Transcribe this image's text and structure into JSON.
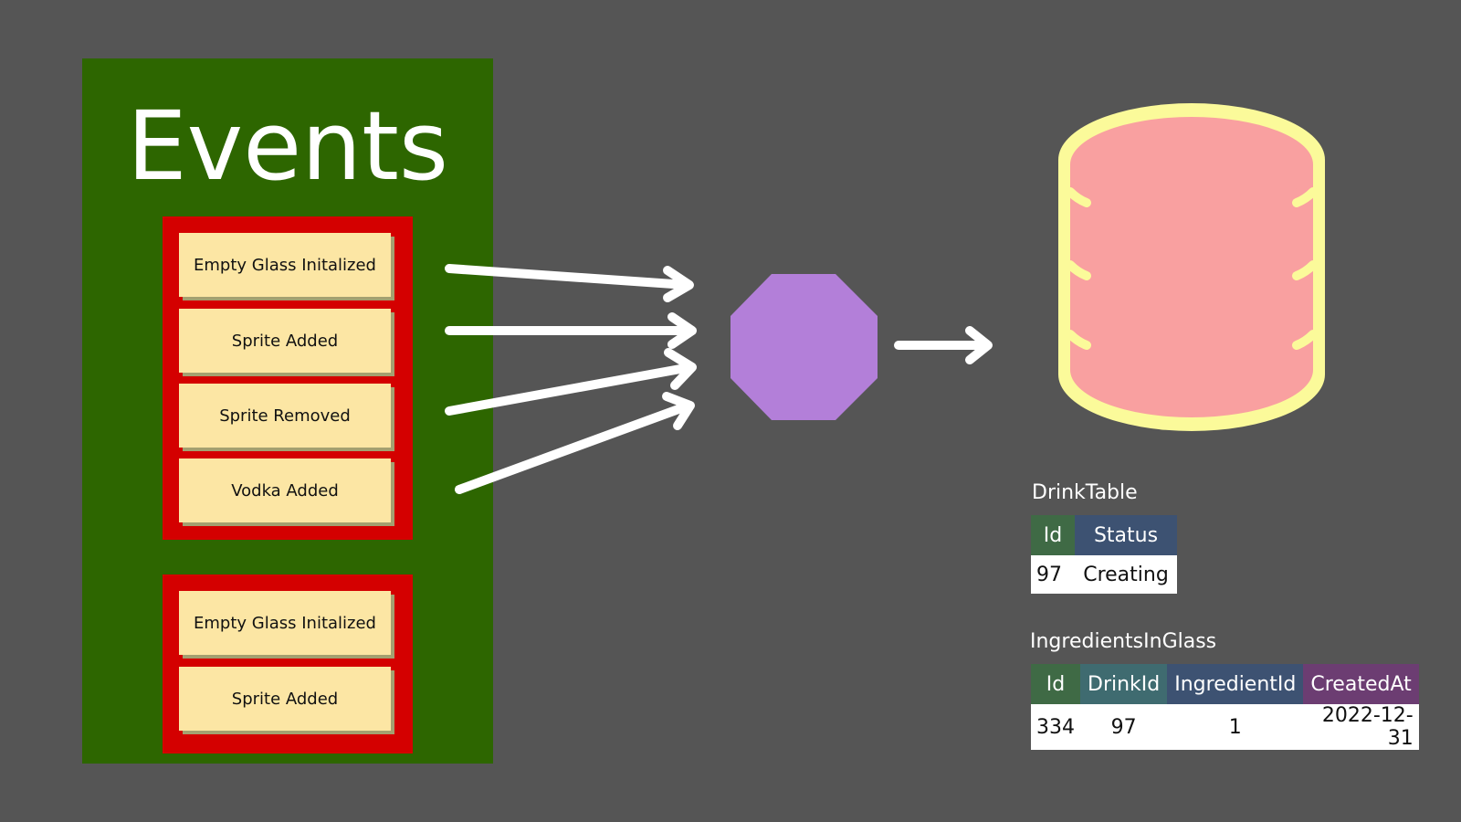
{
  "events": {
    "title": "Events",
    "groups": [
      {
        "items": [
          "Empty Glass Initalized",
          "Sprite Added",
          "Sprite Removed",
          "Vodka Added"
        ]
      },
      {
        "items": [
          "Empty Glass Initalized",
          "Sprite Added"
        ]
      }
    ]
  },
  "colors": {
    "background": "#555555",
    "events_panel": "#2d6600",
    "group_border": "#d40000",
    "card": "#fce6a4",
    "processor": "#b37fd9",
    "database_body": "#f9a0a0",
    "database_outline": "#fbfa9a",
    "header_green": "#3f6a45",
    "header_teal": "#3f6b70",
    "header_navy": "#3d5272",
    "header_purple": "#6c3d72"
  },
  "icons": {
    "processor": "octagon-icon",
    "store": "database-icon"
  },
  "tables": {
    "drink": {
      "title": "DrinkTable",
      "columns": [
        "Id",
        "Status"
      ],
      "row": [
        "97",
        "Creating"
      ]
    },
    "ingredients": {
      "title": "IngredientsInGlass",
      "columns": [
        "Id",
        "DrinkId",
        "IngredientId",
        "CreatedAt"
      ],
      "row": [
        "334",
        "97",
        "1",
        "2022-12-31"
      ]
    }
  }
}
